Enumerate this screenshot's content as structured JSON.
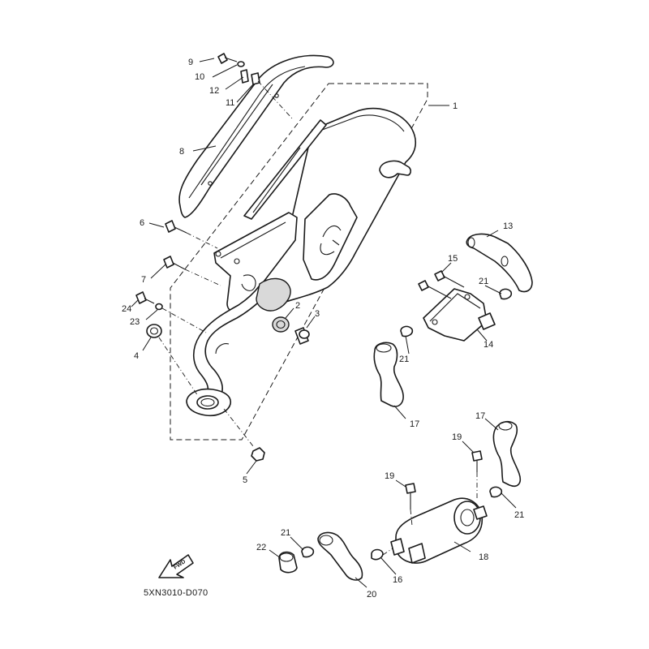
{
  "diagram_code": "5XN3010-D070",
  "fwd_label": "FWD",
  "callouts": [
    "1",
    "2",
    "3",
    "4",
    "5",
    "6",
    "7",
    "8",
    "9",
    "10",
    "11",
    "12",
    "13",
    "14",
    "15",
    "16",
    "17",
    "17",
    "18",
    "19",
    "19",
    "20",
    "21",
    "21",
    "21",
    "21",
    "22",
    "23",
    "24"
  ]
}
